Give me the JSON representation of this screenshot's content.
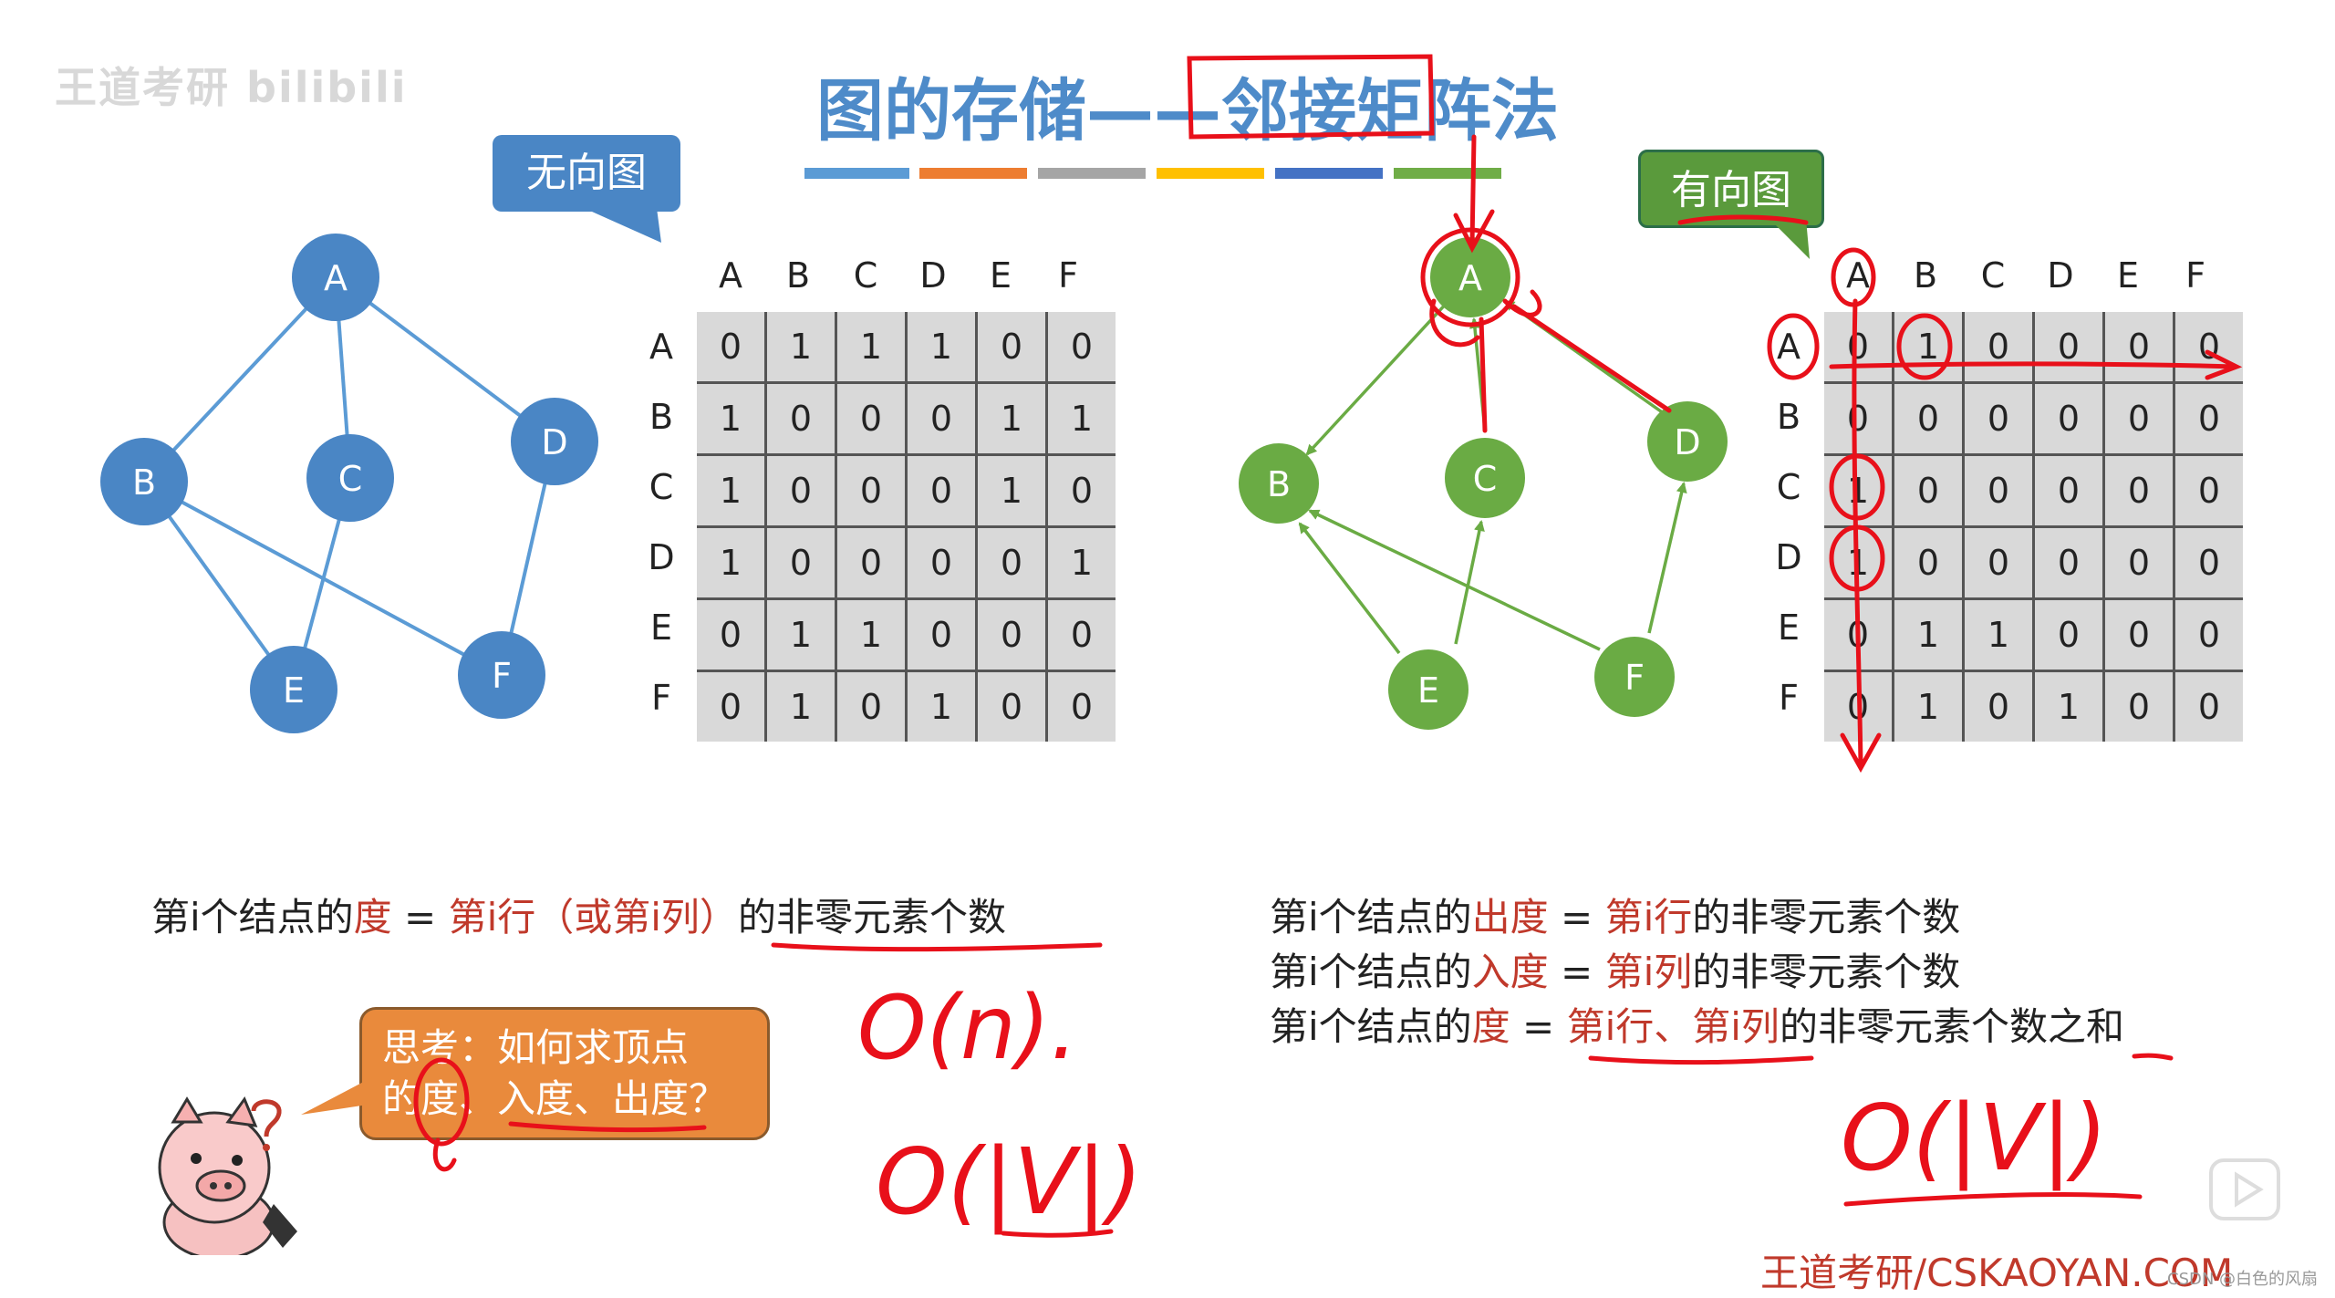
{
  "watermark": "王道考研 bilibili",
  "title": "图的存储——邻接矩阵法",
  "undirected": {
    "label": "无向图",
    "nodes": [
      "A",
      "B",
      "C",
      "D",
      "E",
      "F"
    ],
    "col_headers": [
      "A",
      "B",
      "C",
      "D",
      "E",
      "F"
    ],
    "row_headers": [
      "A",
      "B",
      "C",
      "D",
      "E",
      "F"
    ],
    "matrix": [
      [
        "0",
        "1",
        "1",
        "1",
        "0",
        "0"
      ],
      [
        "1",
        "0",
        "0",
        "0",
        "1",
        "1"
      ],
      [
        "1",
        "0",
        "0",
        "0",
        "1",
        "0"
      ],
      [
        "1",
        "0",
        "0",
        "0",
        "0",
        "1"
      ],
      [
        "0",
        "1",
        "1",
        "0",
        "0",
        "0"
      ],
      [
        "0",
        "1",
        "0",
        "1",
        "0",
        "0"
      ]
    ],
    "formula": {
      "p1": "第i个结点的",
      "p2": "度",
      "p3": " = ",
      "p4": "第i行（或第i列）",
      "p5": "的非零元素个数"
    },
    "think": {
      "line1": "思考：如何求顶点",
      "line2": "的度、入度、出度？"
    }
  },
  "directed": {
    "label": "有向图",
    "nodes": [
      "A",
      "B",
      "C",
      "D",
      "E",
      "F"
    ],
    "col_headers": [
      "A",
      "B",
      "C",
      "D",
      "E",
      "F"
    ],
    "row_headers": [
      "A",
      "B",
      "C",
      "D",
      "E",
      "F"
    ],
    "matrix": [
      [
        "0",
        "1",
        "0",
        "0",
        "0",
        "0"
      ],
      [
        "0",
        "0",
        "0",
        "0",
        "0",
        "0"
      ],
      [
        "1",
        "0",
        "0",
        "0",
        "0",
        "0"
      ],
      [
        "1",
        "0",
        "0",
        "0",
        "0",
        "0"
      ],
      [
        "0",
        "1",
        "1",
        "0",
        "0",
        "0"
      ],
      [
        "0",
        "1",
        "0",
        "1",
        "0",
        "0"
      ]
    ],
    "formulas": [
      {
        "p1": "第i个结点的",
        "p2": "出度",
        "p3": " = ",
        "p4": "第i行",
        "p5": "的非零元素个数"
      },
      {
        "p1": "第i个结点的",
        "p2": "入度",
        "p3": " = ",
        "p4": "第i列",
        "p5": "的非零元素个数"
      },
      {
        "p1": "第i个结点的",
        "p2": "度",
        "p3": " = ",
        "p4": "第i行、第i列",
        "p5": "的非零元素个数之和"
      }
    ]
  },
  "handwriting": {
    "complexity_1": "O(n).",
    "complexity_2": "O(|V|)",
    "complexity_3": "O(|V|)"
  },
  "footer": {
    "site": "王道考研/CSKAOYAN.COM",
    "credit": "CSDN @白色的风扇"
  },
  "colors": {
    "blue": "#4a86c5",
    "green": "#6aab44",
    "red_ink": "#e8101a",
    "title": "#4e8bc9"
  },
  "icons": [
    "pig-mascot-icon",
    "question-mark-icon",
    "play-icon"
  ]
}
